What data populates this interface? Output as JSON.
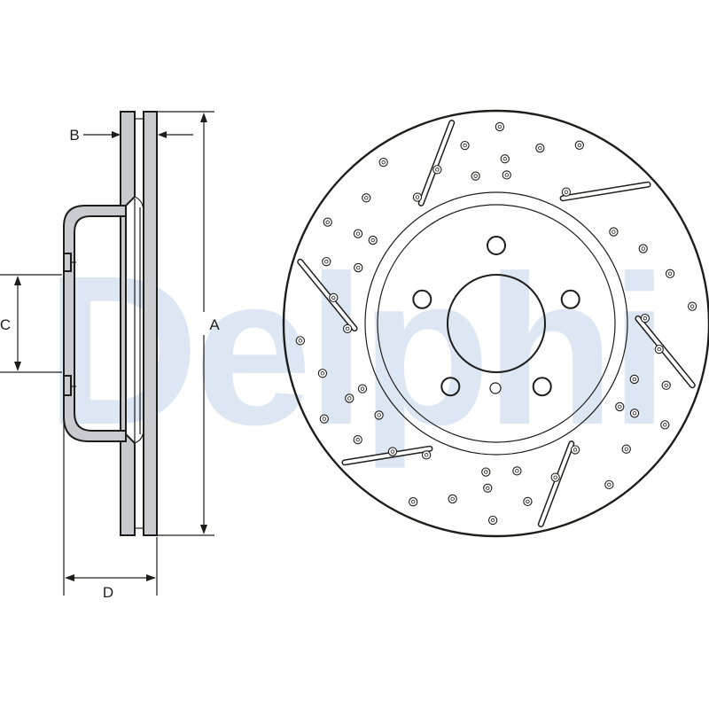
{
  "watermark": {
    "text": "Delphi",
    "color": "#dde6f3"
  },
  "colors": {
    "ink": "#1d1d1b",
    "metal": "#c9cbd1",
    "background": "#ffffff"
  },
  "dimensions": {
    "A": "A",
    "B": "B",
    "C": "C",
    "D": "D"
  },
  "disc": {
    "bolt_holes": 5,
    "cross_drill_holes": 50,
    "slots": 6
  }
}
